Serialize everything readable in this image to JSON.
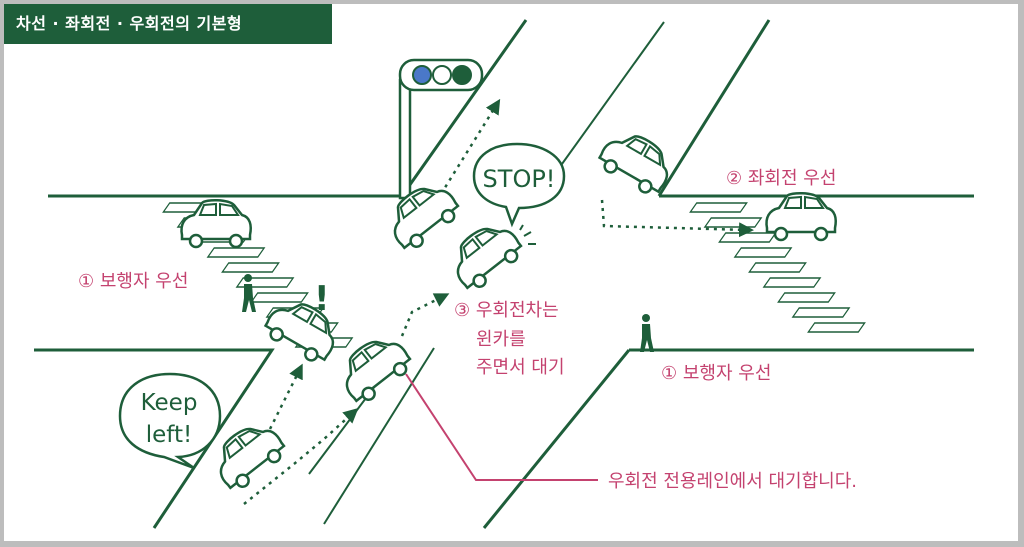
{
  "title": "차선 · 좌회전 · 우회전의 기본형",
  "colors": {
    "green": "#1e5e3a",
    "pink": "#c4426f",
    "signal_blue": "#4a78c9",
    "background": "#ffffff"
  },
  "bubbles": {
    "stop": "STOP!",
    "keep_line1": "Keep",
    "keep_line2": "left!"
  },
  "labels": {
    "pedestrian_left": "① 보행자 우선",
    "pedestrian_right": "① 보행자 우선",
    "left_turn": "② 좌회전 우선",
    "right_turn_line1": "③ 우회전차는",
    "right_turn_line2": "윈카를",
    "right_turn_line3": "주면서 대기",
    "wait_lane": "우회전 전용레인에서 대기합니다.",
    "exclamation": "!"
  }
}
